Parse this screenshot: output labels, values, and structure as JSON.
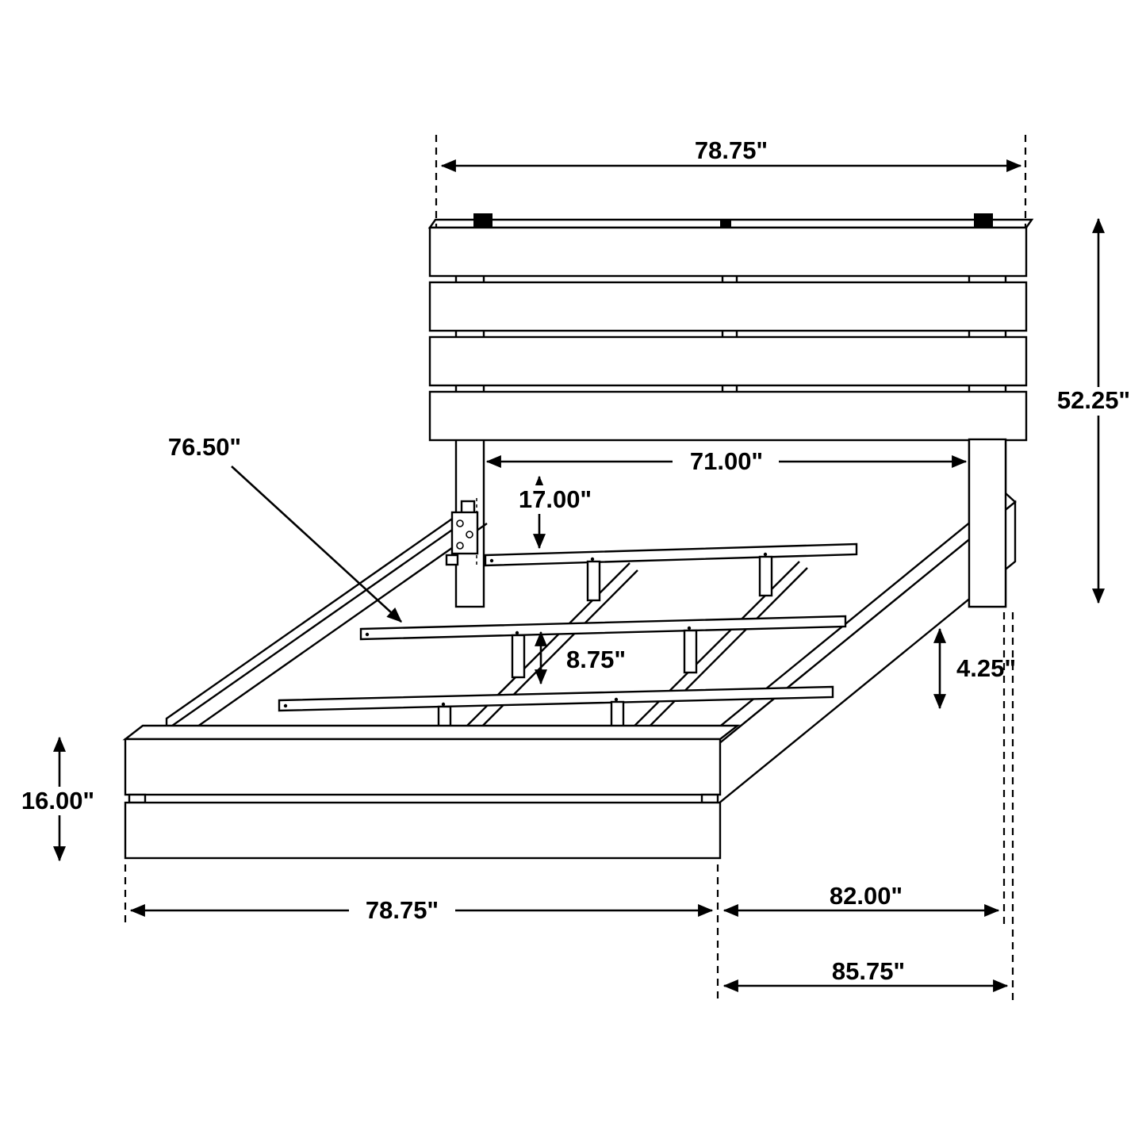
{
  "colors": {
    "background": "#ffffff",
    "line": "#000000"
  },
  "diagram": {
    "dimensions": {
      "headboard_width": "78.75\"",
      "headboard_height": "52.25\"",
      "slat_rail_length": "76.50\"",
      "headboard_inner_width": "71.00\"",
      "headboard_to_rail_height": "17.00\"",
      "slat_support_height": "8.75\"",
      "side_rail_height": "4.25\"",
      "footboard_height": "16.00\"",
      "footboard_width": "78.75\"",
      "inner_length": "82.00\"",
      "overall_length": "85.75\""
    }
  }
}
